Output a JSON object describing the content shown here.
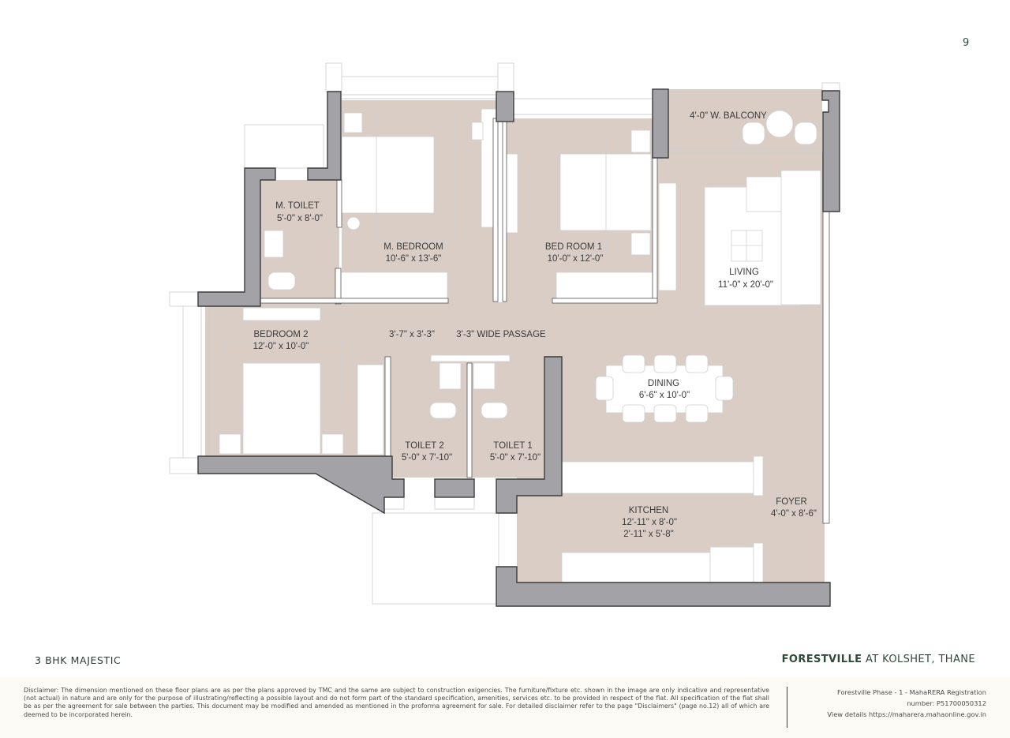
{
  "page": {
    "number": "9"
  },
  "plan": {
    "colors": {
      "floor": "#d9cdc6",
      "wall": "#a3a3a7",
      "wall_stroke": "#3c3c3c",
      "furniture": "#ffffff",
      "line": "#bdbdbd"
    },
    "rooms": [
      {
        "name": "M. TOILET",
        "size": "5'-0\" x 8'-0\""
      },
      {
        "name": "M. BEDROOM",
        "size": "10'-6\" x 13'-6\""
      },
      {
        "name": "BED ROOM 1",
        "size": "10'-0\" x 12'-0\""
      },
      {
        "name": "4'-0\" W. BALCONY",
        "size": ""
      },
      {
        "name": "LIVING",
        "size": "11'-0\" x 20'-0\""
      },
      {
        "name": "BEDROOM 2",
        "size": "12'-0\" x 10'-0\""
      },
      {
        "name": "3'-7\" x 3'-3\"",
        "size": ""
      },
      {
        "name": "3'-3\" WIDE PASSAGE",
        "size": ""
      },
      {
        "name": "DINING",
        "size": "6'-6\" x 10'-0\""
      },
      {
        "name": "TOILET 2",
        "size": "5'-0\" x 7'-10\""
      },
      {
        "name": "TOILET 1",
        "size": "5'-0\" x 7'-10\""
      },
      {
        "name": "KITCHEN",
        "size": "12'-11\" x 8'-0\"",
        "size2": "2'-11\" x 5'-8\""
      },
      {
        "name": "FOYER",
        "size": "4'-0\" x 8'-6\""
      }
    ]
  },
  "titles": {
    "unit_type": "3 BHK MAJESTIC",
    "project_bold": "FORESTVILLE",
    "project_rest": " AT KOLSHET, THANE"
  },
  "footer": {
    "disclaimer": "Disclaimer: The dimension mentioned on these floor plans are as per the plans approved by TMC and the same are subject to construction exigencies. The furniture/fixture etc. shown in the image are only indicative and representative (not actual) in nature and are only for the purpose of illustrating/reflecting a possible layout and do not form part of the standard specification, amenities, services etc. to be provided in respect of the flat. All specification of the flat shall be as per the agreement for sale between the parties. This document may be modified and amended as mentioned in the proforma agreement for sale. For detailed disclaimer refer to the page \"Disclaimers\" (page no.12) all of which are deemed to be incorporated herein.",
    "rera_line1": "Forestville Phase - 1 - MahaRERA Registration",
    "rera_line2": "number: P51700050312",
    "rera_line3": "View details https://maharera.mahaonline.gov.in"
  }
}
